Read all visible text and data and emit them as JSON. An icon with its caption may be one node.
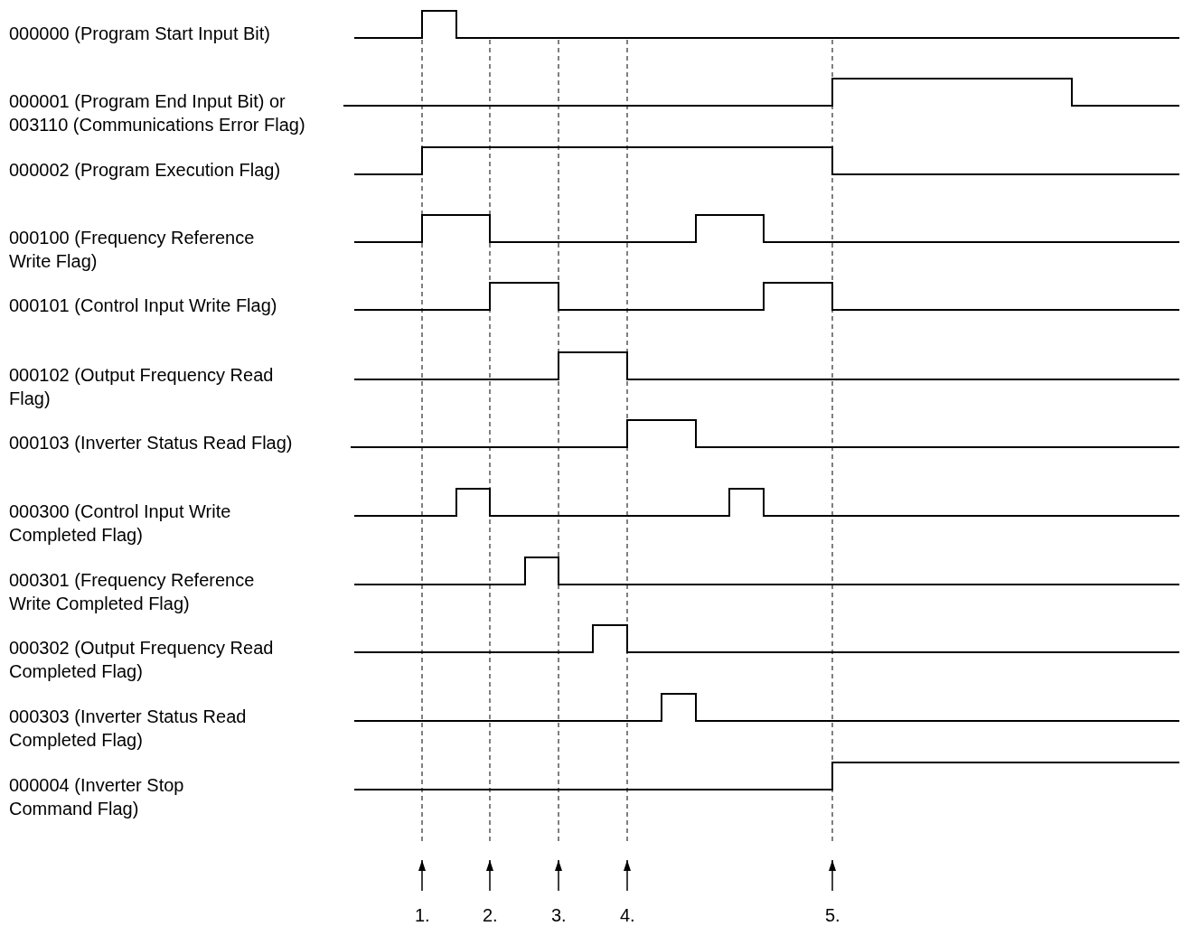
{
  "diagram": {
    "labels": [
      "000000 (Program Start Input Bit)",
      "000001 (Program End Input Bit) or 003110 (Communications Error Flag)",
      "000002 (Program Execution Flag)",
      "000100 (Frequency Reference Write Flag)",
      "000101 (Control Input Write Flag)",
      "000102 (Output Frequency Read Flag)",
      "000103 (Inverter Status Read Flag)",
      "000300 (Control Input Write Completed Flag)",
      "000301 (Frequency Reference Write Completed Flag)",
      "000302 (Output Frequency Read Completed Flag)",
      "000303 (Inverter Status Read Completed Flag)",
      "000004 (Inverter Stop Command Flag)",
      "1.",
      "2.",
      "3.",
      "4.",
      "5."
    ]
  }
}
